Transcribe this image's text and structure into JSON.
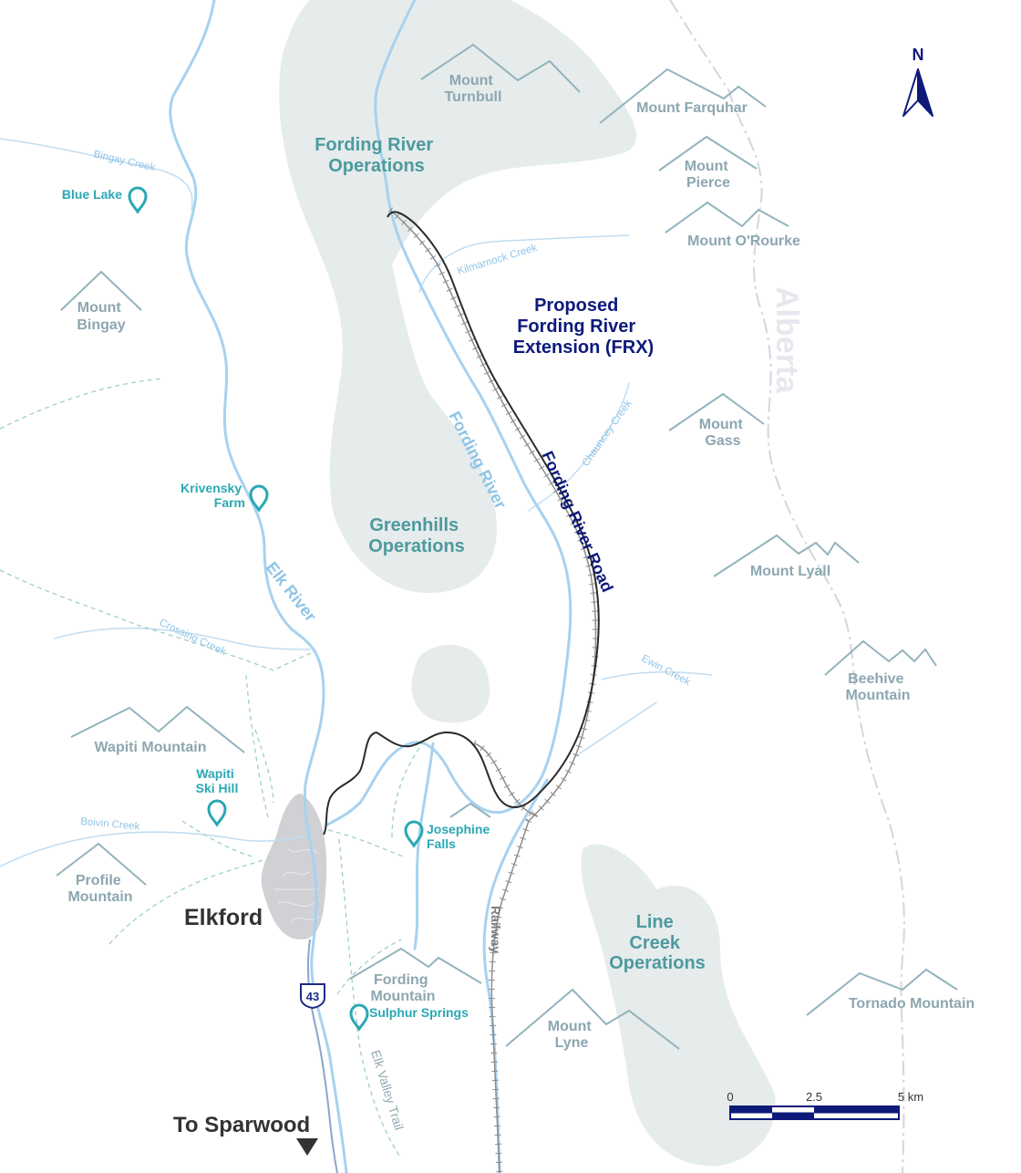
{
  "colors": {
    "navy": "#0d1a7a",
    "teal": "#2aa8b3",
    "mountain": "#8ca7b1",
    "operations": "#4d9a9e",
    "water": "#a7d2f0",
    "town": "#cfd1d4"
  },
  "compass": {
    "label": "N",
    "icon": "north-arrow-icon"
  },
  "operations": {
    "fording_river": [
      "Fording River",
      "Operations"
    ],
    "greenhills": [
      "Greenhills",
      "Operations"
    ],
    "line_creek": [
      "Line",
      "Creek",
      "Operations"
    ]
  },
  "proposed": [
    "Proposed",
    "Fording River",
    "Extension (FRX)"
  ],
  "mountains": {
    "turnbull": [
      "Mount",
      "Turnbull"
    ],
    "farquhar": "Mount Farquhar",
    "pierce": [
      "Mount",
      "Pierce"
    ],
    "orourke": "Mount O'Rourke",
    "bingay": [
      "Mount",
      "Bingay"
    ],
    "gass": [
      "Mount",
      "Gass"
    ],
    "lyall": "Mount Lyall",
    "beehive": [
      "Beehive",
      "Mountain"
    ],
    "wapiti": "Wapiti Mountain",
    "profile": [
      "Profile",
      "Mountain"
    ],
    "fording": [
      "Fording",
      "Mountain"
    ],
    "lyne": [
      "Mount",
      "Lyne"
    ],
    "tornado": "Tornado Mountain"
  },
  "pois": {
    "blue_lake": "Blue Lake",
    "krivensky": [
      "Krivensky",
      "Farm"
    ],
    "wapiti_ski": [
      "Wapiti",
      "Ski Hill"
    ],
    "josephine": [
      "Josephine",
      "Falls"
    ],
    "sulphur": "Sulphur Springs"
  },
  "creeks": {
    "bingay": "Bingay Creek",
    "kilmarnock": "Kilmarnock Creek",
    "chauncey": "Chauncey Creek",
    "crossing": "Crossing Creek",
    "ewin": "Ewin Creek",
    "boivin": "Boivin Creek"
  },
  "rivers": {
    "fording": "Fording River",
    "elk": "Elk River"
  },
  "roads": {
    "fording_river_road": "Fording River Road",
    "railway": "Railway",
    "elk_valley_trail": "Elk Valley Trail",
    "highway_number": "43"
  },
  "places": {
    "alberta": "Alberta",
    "elkford": "Elkford",
    "to_sparwood": "To Sparwood"
  },
  "scale_bar": {
    "labels": [
      "0",
      "2.5",
      "5 km"
    ]
  }
}
